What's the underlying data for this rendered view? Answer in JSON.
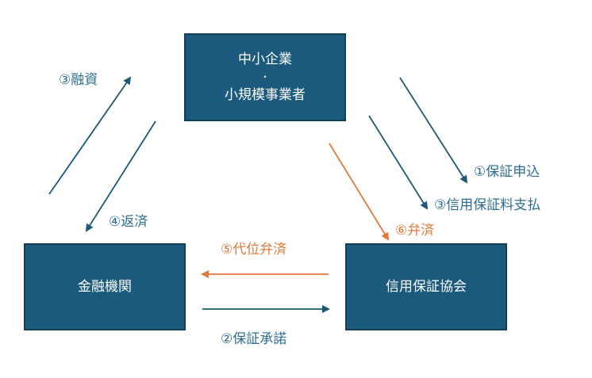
{
  "colors": {
    "box_fill": "#1c5a7d",
    "box_border": "#123e57",
    "blue_arrow": "#1d5876",
    "orange_arrow": "#e07a3a",
    "blue_text": "#2b6e8f",
    "orange_text": "#e07a3a"
  },
  "nodes": {
    "sme": {
      "line1": "中小企業",
      "separator": "・",
      "line2": "小規模事業者"
    },
    "bank": {
      "label": "金融機関"
    },
    "guarantee": {
      "label": "信用保証協会"
    }
  },
  "edges": {
    "financing": "③融資",
    "repayment": "④返済",
    "guarantee_application": "①保証申込",
    "guarantee_fee": "③信用保証料支払",
    "reimbursement": "⑥弁済",
    "subrogation": "⑤代位弁済",
    "guarantee_approval": "②保証承諾"
  }
}
